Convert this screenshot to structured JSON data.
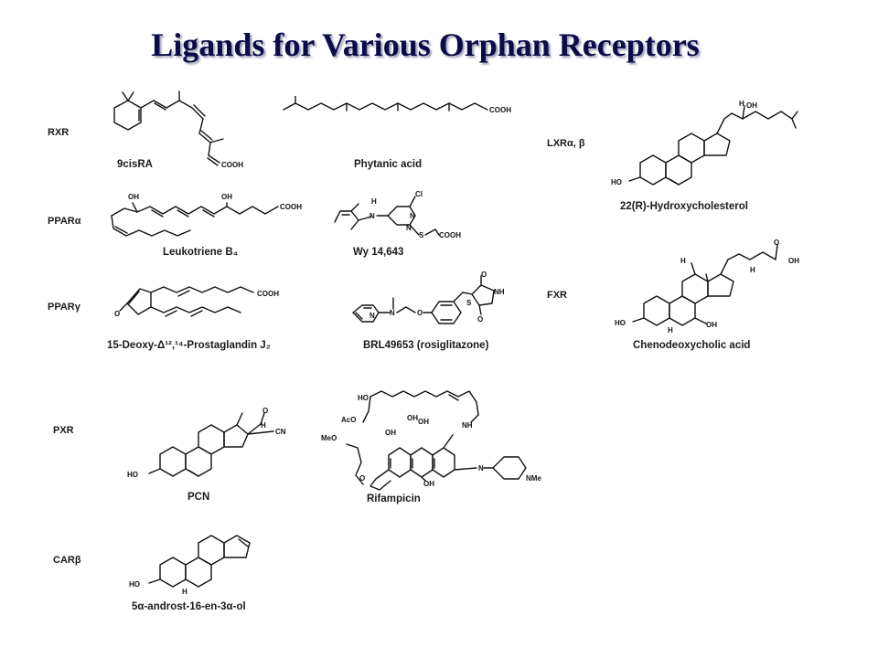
{
  "title": "Ligands for Various Orphan Receptors",
  "receptors": {
    "rxr": "RXR",
    "ppar_alpha": "PPARα",
    "ppar_gamma": "PPARγ",
    "pxr": "PXR",
    "car_beta": "CARβ",
    "lxr": "LXRα, β",
    "fxr": "FXR"
  },
  "compounds": {
    "cis_ra": "9cisRA",
    "phytanic": "Phytanic acid",
    "leukotriene": "Leukotriene B₄",
    "wy": "Wy 14,643",
    "prostaglandin": "15-Deoxy-Δ¹²,¹⁴-Prostaglandin J₂",
    "brl": "BRL49653 (rosiglitazone)",
    "pcn": "PCN",
    "rifampicin": "Rifampicin",
    "androst": "5α-androst-16-en-3α-ol",
    "hydroxychol": "22(R)-Hydroxycholesterol",
    "cheno": "Chenodeoxycholic acid"
  },
  "atoms": {
    "cooh": "COOH",
    "oh": "OH",
    "ho": "HO",
    "h": "H",
    "o": "O",
    "n": "N",
    "cl": "Cl",
    "s": "S",
    "nh": "NH",
    "cn": "CN",
    "aco": "AcO",
    "meo": "MeO",
    "nme": "NMe"
  }
}
